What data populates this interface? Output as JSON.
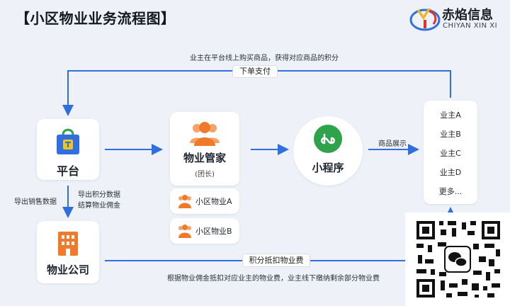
{
  "title": "【小区物业业务流程图】",
  "logo": {
    "name": "赤焰信息",
    "subtitle": "CHIYAN XIN XI"
  },
  "top_flow": {
    "caption": "业主在平台线上购买商品，获得对应商品的积分",
    "label": "下单支付"
  },
  "platform": {
    "label": "平台",
    "icon": "shopping-bag-icon"
  },
  "company": {
    "label": "物业公司",
    "icon": "building-icon"
  },
  "manager": {
    "label": "物业管家",
    "sublabel": "(团长)",
    "icon": "people-icon"
  },
  "properties": [
    {
      "label": "小区物业A",
      "icon": "people-icon"
    },
    {
      "label": "小区物业B",
      "icon": "people-icon"
    }
  ],
  "mini_program": {
    "label": "小程序",
    "icon": "mini-program-icon"
  },
  "product_show_label": "商品展示",
  "owners": [
    "业主A",
    "业主B",
    "业主C",
    "业主D",
    "更多..."
  ],
  "left_notes": {
    "sales_export": "导出销售数据"
  },
  "middle_notes": {
    "line1": "导出积分数据",
    "line2": "结算物业佣金"
  },
  "bottom_flow": {
    "label": "积分抵扣物业费",
    "caption": "根据物业佣金抵扣对应业主的物业费，业主线下缴纳剩余部分物业费"
  },
  "colors": {
    "accent": "#2f6fe0",
    "orange": "#f07a2a",
    "green": "#2fa34a",
    "background": "#eef2f8"
  },
  "qr_icon": "wechat-qr-code"
}
